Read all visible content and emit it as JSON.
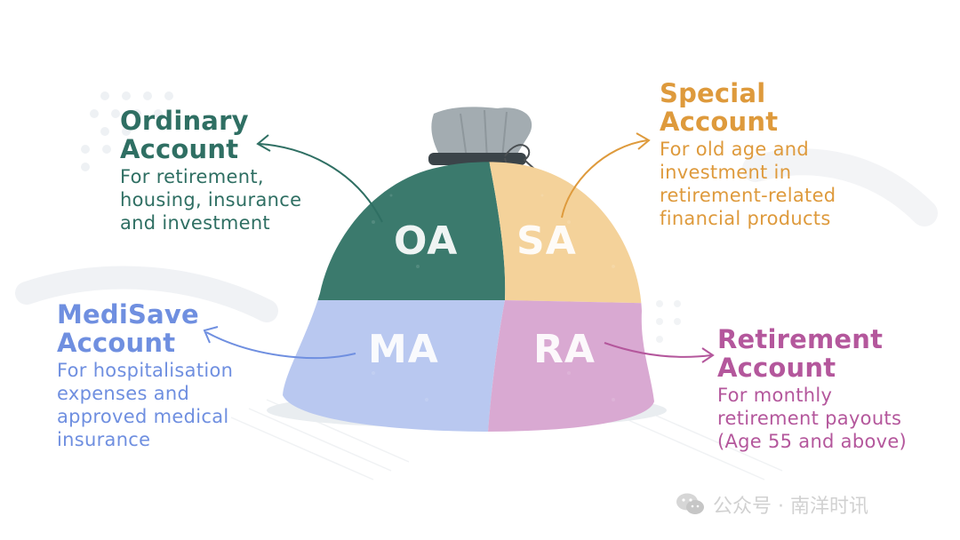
{
  "accounts": {
    "oa": {
      "title_line1": "Ordinary",
      "title_line2": "Account",
      "desc_lines": [
        "For retirement,",
        "housing, insurance",
        "and investment"
      ],
      "abbr": "OA",
      "color": "#2f6f63",
      "fill": "#3b7a6d"
    },
    "sa": {
      "title_line1": "Special",
      "title_line2": "Account",
      "desc_lines": [
        "For old age and",
        "investment in",
        "retirement-related",
        "financial products"
      ],
      "abbr": "SA",
      "color": "#de9a3c",
      "fill": "#f4d29a"
    },
    "ma": {
      "title_line1": "MediSave",
      "title_line2": "Account",
      "desc_lines": [
        "For hospitalisation",
        "expenses and",
        "approved medical",
        "insurance"
      ],
      "abbr": "MA",
      "color": "#6f8fe0",
      "fill": "#b9c8f0"
    },
    "ra": {
      "title_line1": "Retirement",
      "title_line2": "Account",
      "desc_lines": [
        "For monthly",
        "retirement payouts",
        "(Age 55 and above)"
      ],
      "abbr": "RA",
      "color": "#b4579c",
      "fill": "#d9a9d2"
    }
  },
  "watermark": {
    "text": "公众号 · 南洋时讯",
    "icon": "wechat-icon"
  }
}
